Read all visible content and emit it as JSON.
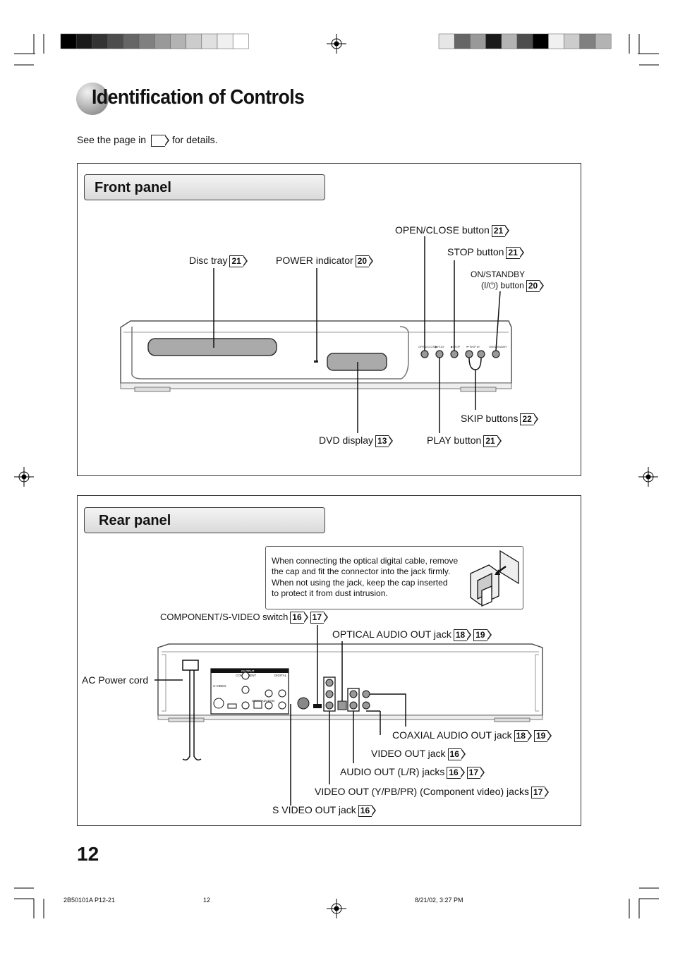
{
  "header": {
    "title": "Identification of Controls",
    "see_page_prefix": "See the page in",
    "see_page_suffix": "for details."
  },
  "front_panel": {
    "heading": "Front panel",
    "labels": {
      "open_close": {
        "text": "OPEN/CLOSE button",
        "refs": [
          "21"
        ]
      },
      "stop": {
        "text": "STOP button",
        "refs": [
          "21"
        ]
      },
      "on_standby_line1": "ON/STANDBY",
      "on_standby_line2": "(I/⏻) button",
      "on_standby_refs": [
        "20"
      ],
      "disc_tray": {
        "text": "Disc tray",
        "refs": [
          "21"
        ]
      },
      "power_indicator": {
        "text": "POWER indicator",
        "refs": [
          "20"
        ]
      },
      "skip": {
        "text": "SKIP buttons",
        "refs": [
          "22"
        ]
      },
      "dvd_display": {
        "text": "DVD display",
        "refs": [
          "13"
        ]
      },
      "play": {
        "text": "PLAY button",
        "refs": [
          "21"
        ]
      }
    },
    "device_button_labels": [
      "OPEN/CLOSE",
      "▶PLAY",
      "■STOP",
      "⏮ SKIP ⏭",
      "ON/STANDBY"
    ]
  },
  "rear_panel": {
    "heading": "Rear panel",
    "note": [
      "When connecting the optical digital cable, remove",
      "the cap and fit the connector into the jack firmly.",
      "When not using the jack, keep the cap inserted",
      "to protect it from dust intrusion."
    ],
    "labels": {
      "component_switch": {
        "text": "COMPONENT/S-VIDEO switch",
        "refs": [
          "16",
          "17"
        ]
      },
      "optical_out": {
        "text": "OPTICAL AUDIO OUT jack",
        "refs": [
          "18",
          "19"
        ]
      },
      "ac_power": "AC Power cord",
      "coaxial_out": {
        "text": "COAXIAL AUDIO OUT jack",
        "refs": [
          "18",
          "19"
        ]
      },
      "video_out": {
        "text": "VIDEO OUT jack",
        "refs": [
          "16"
        ]
      },
      "audio_out": {
        "text": "AUDIO OUT (L/R) jacks",
        "refs": [
          "16",
          "17"
        ]
      },
      "component_out": {
        "text": "VIDEO OUT (Y/PB/PR) (Component video) jacks",
        "refs": [
          "17"
        ]
      },
      "svideo_out": {
        "text": "S VIDEO OUT jack",
        "refs": [
          "16"
        ]
      }
    },
    "device_text": {
      "output": "OUTPUT",
      "component": "COMPONENT",
      "digital": "DIGITAL",
      "svideo": "S-VIDEO",
      "optical": "OPTICAL",
      "audio": "AUDIO"
    }
  },
  "footer": {
    "page_number": "12",
    "file": "2B50101A P12-21",
    "page_small": "12",
    "timestamp": "8/21/02, 3:27 PM"
  },
  "colors": {
    "color_bar_left": [
      "#000000",
      "#1a1a1a",
      "#333333",
      "#4d4d4d",
      "#666666",
      "#808080",
      "#999999",
      "#b3b3b3",
      "#cccccc",
      "#e0e0e0",
      "#f0f0f0",
      "#ffffff"
    ],
    "color_bar_right": [
      "#e6e6e6",
      "#666666",
      "#999999",
      "#1a1a1a",
      "#b3b3b3",
      "#4d4d4d",
      "#000000",
      "#f0f0f0",
      "#cccccc",
      "#808080",
      "#b3b3b3"
    ]
  }
}
